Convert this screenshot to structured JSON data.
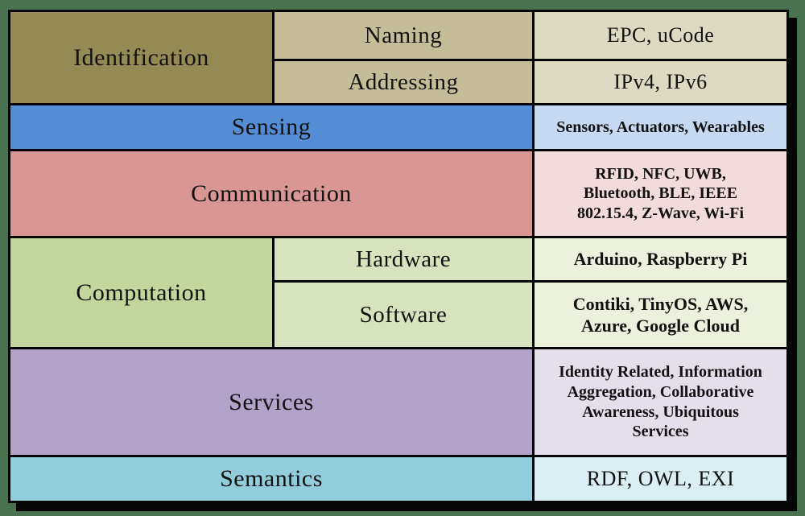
{
  "palette": {
    "page_background": "#497350",
    "grid_line": "#050505",
    "text": "#121212"
  },
  "layers": [
    {
      "id": "identification",
      "label": "Identification",
      "color": "#948A54",
      "sublayers": [
        {
          "label": "Naming",
          "color": "#C4BD97",
          "value": "EPC, uCode",
          "value_color": "#DDD9C3"
        },
        {
          "label": "Addressing",
          "color": "#C4BD97",
          "value": "IPv4, IPv6",
          "value_color": "#DDD9C3"
        }
      ]
    },
    {
      "id": "sensing",
      "label": "Sensing",
      "color": "#548DD4",
      "value": "Sensors, Actuators, Wearables",
      "value_color": "#C6D9F1"
    },
    {
      "id": "communication",
      "label": "Communication",
      "color": "#D99694",
      "value": "RFID, NFC, UWB,\nBluetooth, BLE, IEEE\n802.15.4, Z-Wave, Wi-Fi",
      "value_color": "#F2DBDB"
    },
    {
      "id": "computation",
      "label": "Computation",
      "color": "#C3D69B",
      "sublayers": [
        {
          "label": "Hardware",
          "color": "#D6E3BC",
          "value": "Arduino, Raspberry Pi",
          "value_color": "#EBF1DD"
        },
        {
          "label": "Software",
          "color": "#D6E3BC",
          "value": "Contiki, TinyOS, AWS,\nAzure, Google Cloud",
          "value_color": "#EBF1DD"
        }
      ]
    },
    {
      "id": "services",
      "label": "Services",
      "color": "#B2A2C7",
      "value": "Identity Related, Information\nAggregation, Collaborative\nAwareness, Ubiquitous\nServices",
      "value_color": "#E5DFEC"
    },
    {
      "id": "semantics",
      "label": "Semantics",
      "color": "#92CDDC",
      "value": "RDF, OWL, EXI",
      "value_color": "#DBEEF3"
    }
  ]
}
